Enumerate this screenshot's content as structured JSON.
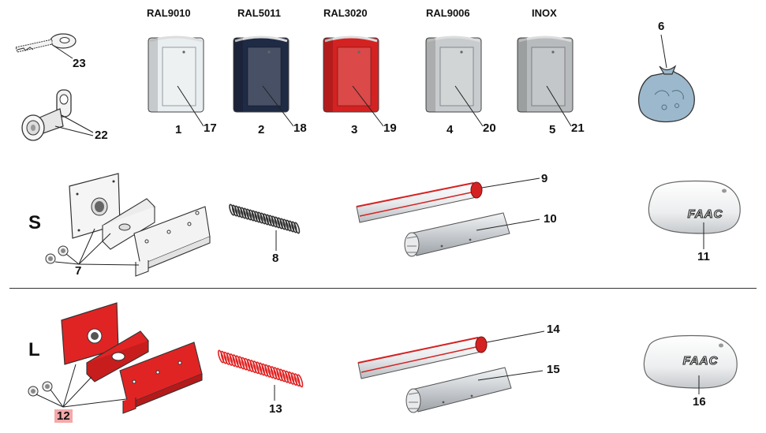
{
  "colors": {
    "ral9010": "#e9eef0",
    "ral5011": "#1f2a44",
    "ral3020": "#d42222",
    "ral9006": "#c9ccce",
    "inox": "#b8bbbd",
    "red_part": "#e02424",
    "aluminium": "#d7dbde",
    "bag": "#9cb8cc",
    "highlight": "#f4a8a8"
  },
  "columns": [
    {
      "finish": "RAL9010",
      "left": "1",
      "right": "17",
      "color_key": "ral9010"
    },
    {
      "finish": "RAL5011",
      "left": "2",
      "right": "18",
      "color_key": "ral5011"
    },
    {
      "finish": "RAL3020",
      "left": "3",
      "right": "19",
      "color_key": "ral3020"
    },
    {
      "finish": "RAL9006",
      "left": "4",
      "right": "20",
      "color_key": "ral9006"
    },
    {
      "finish": "INOX",
      "left": "5",
      "right": "21",
      "color_key": "inox"
    }
  ],
  "parts": {
    "bag": "6",
    "bracket_s": "7",
    "spring_s": "8",
    "boom_s": "9",
    "profile_s": "10",
    "cover_s": "11",
    "bracket_l": "12",
    "spring_l": "13",
    "boom_l": "14",
    "profile_l": "15",
    "cover_l": "16",
    "lock": "22",
    "key": "23"
  },
  "sections": {
    "small": "S",
    "large": "L"
  },
  "logo_text": "FAAC"
}
